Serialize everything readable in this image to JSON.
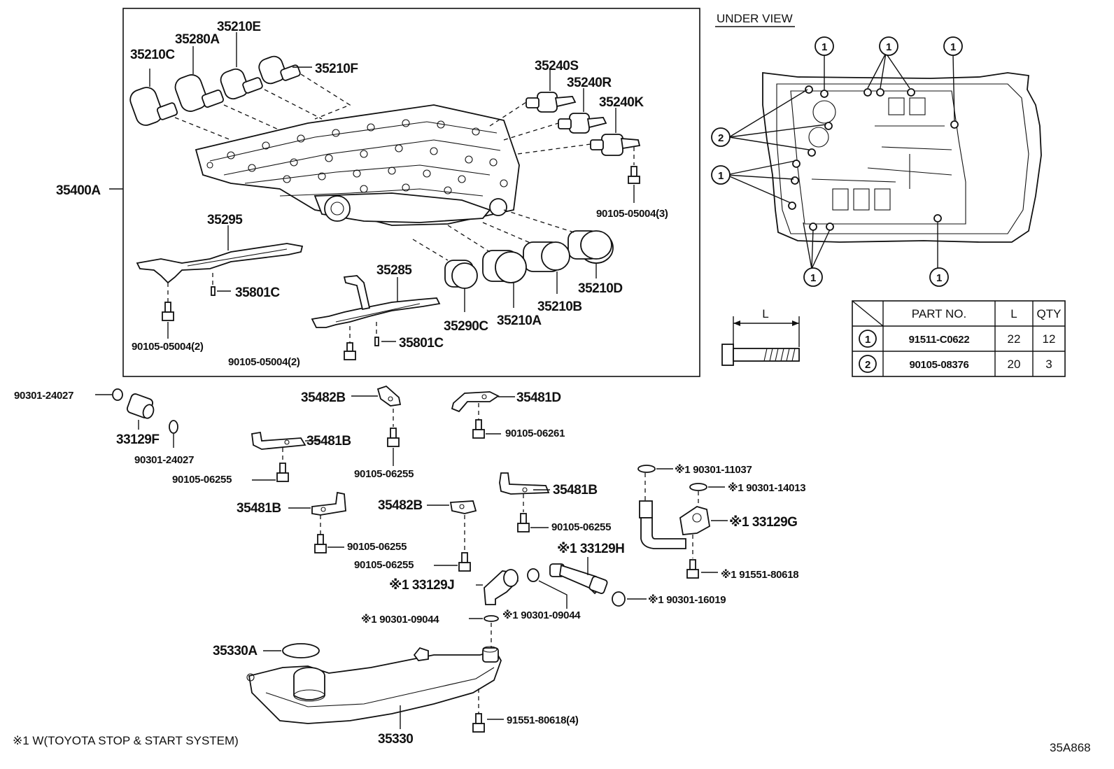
{
  "under_view": "UNDER VIEW",
  "dimension_label": "L",
  "drawing_code": "35A868",
  "footnote": "※1 W(TOYOTA STOP & START SYSTEM)",
  "callout_1": "1",
  "callout_2": "2",
  "table": {
    "headers": [
      "PART NO.",
      "L",
      "QTY"
    ],
    "rows": [
      {
        "marker": "1",
        "part_no": "91511-C0622",
        "l": "22",
        "qty": "12"
      },
      {
        "marker": "2",
        "part_no": "90105-08376",
        "l": "20",
        "qty": "3"
      }
    ]
  },
  "labels": {
    "p35210E": "35210E",
    "p35280A": "35280A",
    "p35210C": "35210C",
    "p35210F": "35210F",
    "p35240S": "35240S",
    "p35240R": "35240R",
    "p35240K": "35240K",
    "p35400A": "35400A",
    "p90105_05004_3": "90105-05004(3)",
    "p35295": "35295",
    "p35801C_a": "35801C",
    "p35285": "35285",
    "p35210D": "35210D",
    "p35210B": "35210B",
    "p35290C": "35290C",
    "p35210A": "35210A",
    "p90105_05004_2a": "90105-05004(2)",
    "p35801C_b": "35801C",
    "p90105_05004_2b": "90105-05004(2)",
    "p90301_24027_a": "90301-24027",
    "p33129F": "33129F",
    "p90301_24027_b": "90301-24027",
    "p35482B_a": "35482B",
    "p35481D": "35481D",
    "p90105_06261": "90105-06261",
    "p35481B_a": "35481B",
    "p90105_06255_a": "90105-06255",
    "p90105_06255_b": "90105-06255",
    "p35481B_b": "35481B",
    "p35482B_b": "35482B",
    "p35481B_c": "35481B",
    "p90105_06255_c": "90105-06255",
    "p90105_06255_d": "90105-06255",
    "p90105_06255_e": "90105-06255",
    "p90301_11037": "※1 90301-11037",
    "p90301_14013": "※1 90301-14013",
    "p33129G": "※1 33129G",
    "p33129H": "※1 33129H",
    "p91551_80618": "※1 91551-80618",
    "p33129J": "※1 33129J",
    "p90301_16019": "※1 90301-16019",
    "p90301_09044_a": "※1 90301-09044",
    "p90301_09044_b": "※1 90301-09044",
    "p35330A": "35330A",
    "p91551_80618_4": "91551-80618(4)",
    "p35330": "35330"
  }
}
